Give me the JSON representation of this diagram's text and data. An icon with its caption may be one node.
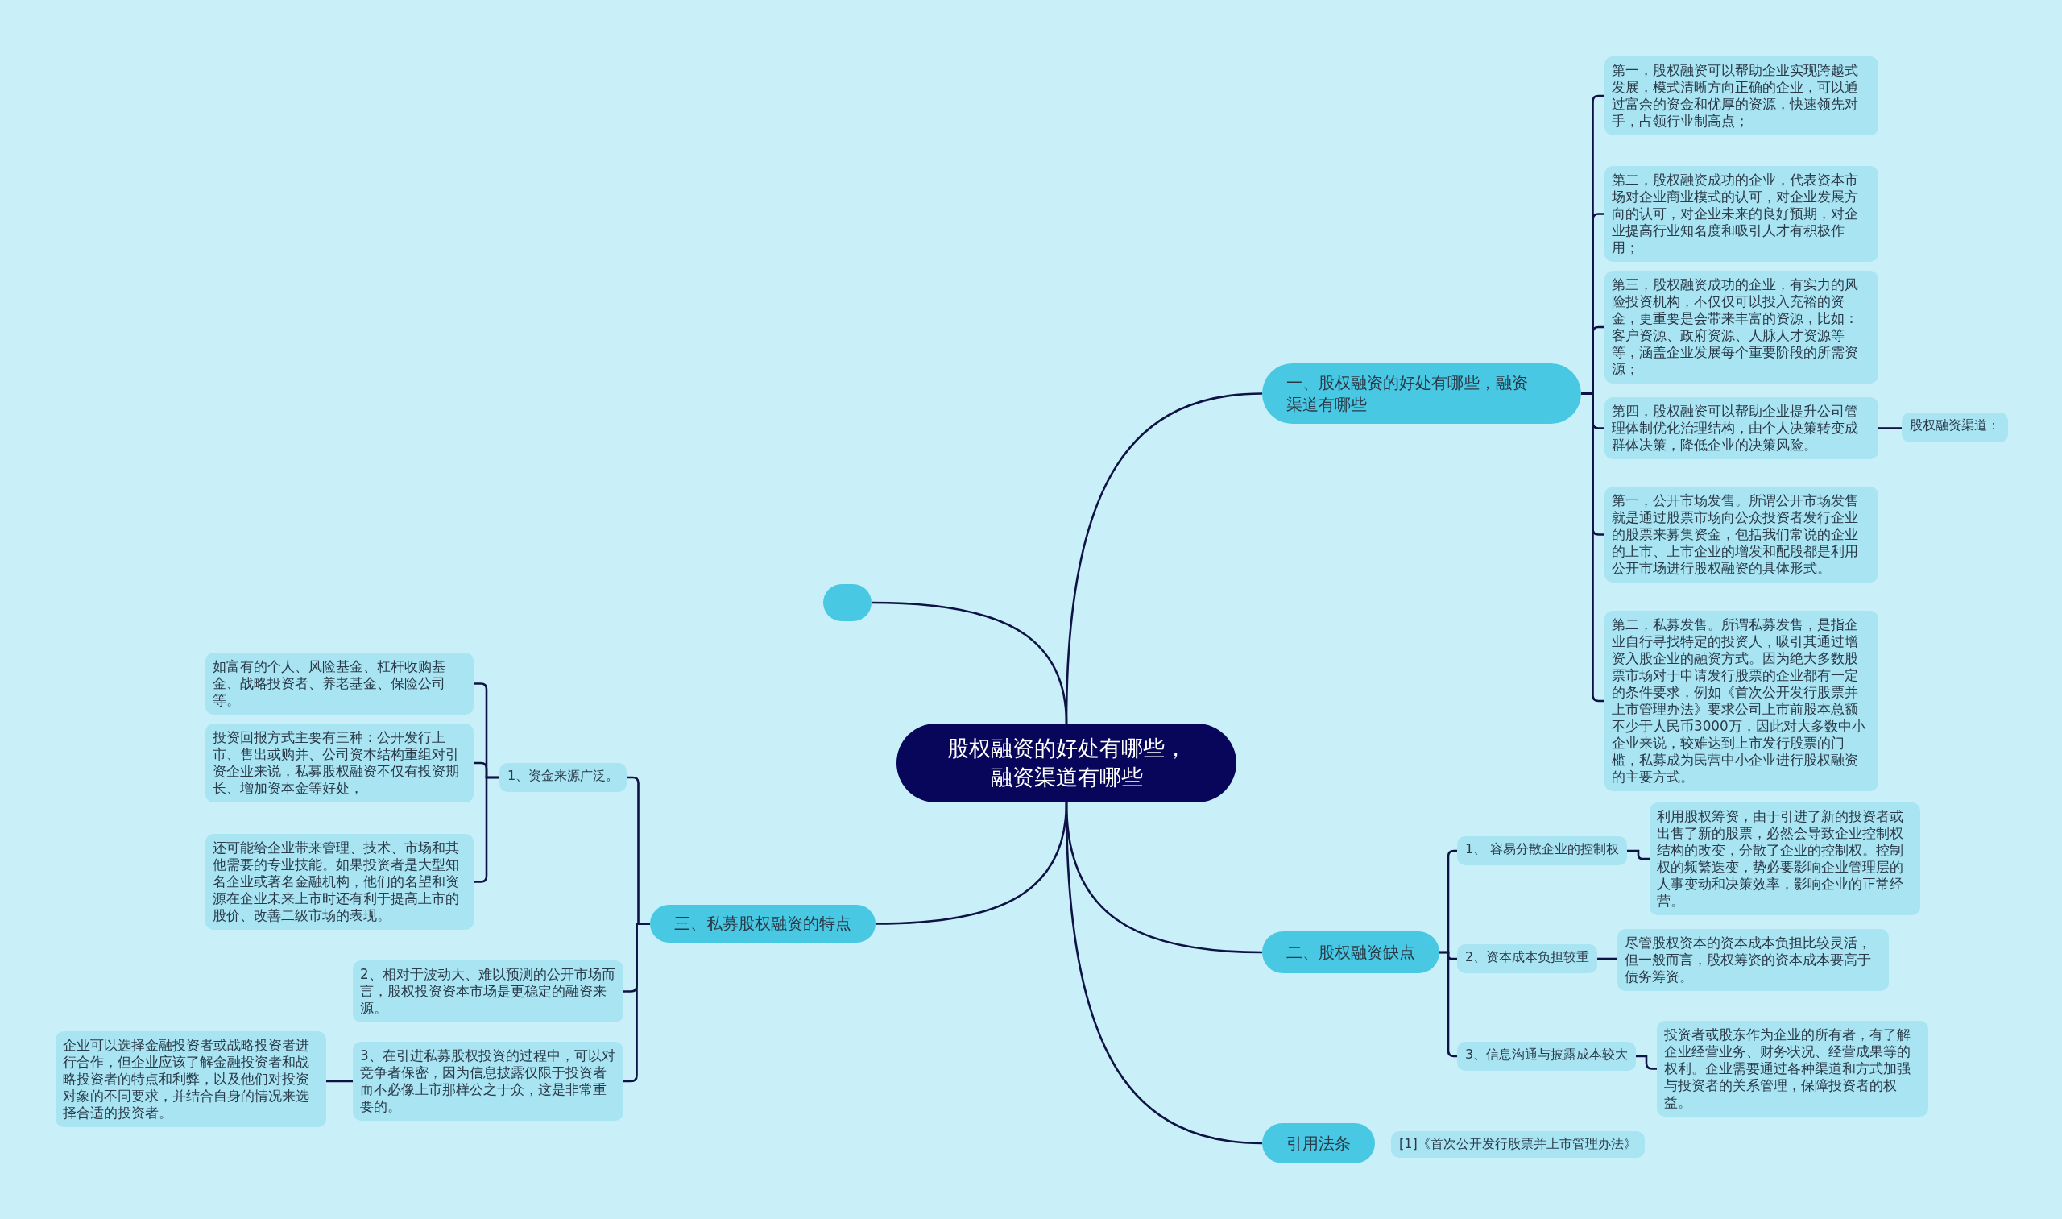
{
  "diagram": {
    "nodes": [
      {
        "text": [
          "股权融资的好处有哪些，融资渠道有哪些"
        ]
      },
      {
        "text": [],
        "shape": "box"
      },
      {
        "text": [
          "一、股权融资的好处有哪些，融资渠道有哪些"
        ]
      },
      {
        "text": [
          "第一，股权融资可以帮助企业实现跨越式发展，模式清晰方向正确的企业，可以通过富余的资金和优厚的资源，快速领先对手，占领行业制高点；"
        ]
      },
      {
        "text": [
          "第二，股权融资成功的企业，代表资本市场对企业商业模式的认可，对企业发展方向的认可，对企业未来的良好预期，对企业提高行业知名度和吸引人才有积极作用；"
        ]
      },
      {
        "text": [
          "第三，股权融资成功的企业，有实力的风险投资机构，不仅仅可以投入充裕的资金，更重要是会带来丰富的资源，比如：客户资源、政府资源、人脉人才资源等等，涵盖企业发展每个重要阶段的所需资源；"
        ]
      },
      {
        "text": [
          "第四，股权融资可以帮助企业提升公司管理体制优化治理结构，由个人决策转变成群体决策，降低企业的决策风险。"
        ]
      },
      {
        "text": [
          "股权融资渠道："
        ]
      },
      {
        "text": [
          "第一，公开市场发售。所谓公开市场发售就是通过股票市场向公众投资者发行企业的股票来募集资金，包括我们常说的企业的上市、上市企业的增发和配股都是利用公开市场进行股权融资的具体形式。"
        ]
      },
      {
        "text": [
          "第二，私募发售。所谓私募发售，是指企业自行寻找特定的投资人，吸引其通过增资入股企业的融资方式。因为绝大多数股票市场对于申请发行股票的企业都有一定的条件要求，例如《首次公开发行股票并上市管理办法》要求公司上市前股本总额不少于人民币3000万，因此对大多数中小企业来说，较难达到上市发行股票的门槛，私募成为民营中小企业进行股权融资的主要方式。"
        ]
      },
      {
        "text": [
          "二、股权融资缺点"
        ]
      },
      {
        "text": [
          "1、 容易分散企业的控制权"
        ]
      },
      {
        "text": [
          "利用股权筹资，由于引进了新的投资者或出售了新的股票，必然会导致企业控制权结构的改变，分散了企业的控制权。控制权的频繁迭变，势必要影响企业管理层的人事变动和决策效率，影响企业的正常经营。"
        ]
      },
      {
        "text": [
          "2、资本成本负担较重"
        ]
      },
      {
        "text": [
          "尽管股权资本的资本成本负担比较灵活，但一般而言，股权筹资的资本成本要高于债务筹资。"
        ]
      },
      {
        "text": [
          "3、信息沟通与披露成本较大"
        ]
      },
      {
        "text": [
          "投资者或股东作为企业的所有者，有了解企业经营业务、财务状况、经营成果等的权利。企业需要通过各种渠道和方式加强与投资者的关系管理，保障投资者的权益。"
        ]
      },
      {
        "text": [
          "三、私募股权融资的特点"
        ]
      },
      {
        "text": [
          "1、资金来源广泛。"
        ]
      },
      {
        "text": [
          "如富有的个人、风险基金、杠杆收购基金、战略投资者、养老基金、保险公司等。"
        ]
      },
      {
        "text": [
          "投资回报方式主要有三种：公开发行上市、售出或购并、公司资本结构重组对引资企业来说，私募股权融资不仅有投资期长、增加资本金等好处，"
        ]
      },
      {
        "text": [
          "还可能给企业带来管理、技术、市场和其他需要的专业技能。如果投资者是大型知名企业或著名金融机构，他们的名望和资源在企业未来上市时还有利于提高上市的股价、改善二级市场的表现。"
        ]
      },
      {
        "text": [
          "2、相对于波动大、难以预测的公开市场而言，股权投资资本市场是更稳定的融资来源。"
        ]
      },
      {
        "text": [
          "3、在引进私募股权投资的过程中，可以对竞争者保密，因为信息披露仅限于投资者而不必像上市那样公之于众，这是非常重要的。"
        ]
      },
      {
        "text": [
          "企业可以选择金融投资者或战略投资者进行合作，但企业应该了解金融投资者和战略投资者的特点和利弊，以及他们对投资对象的不同要求，并结合自身的情况来选择合适的投资者。"
        ]
      },
      {
        "text": [
          "引用法条"
        ]
      },
      {
        "text": [
          "[1]《首次公开发行股票并上市管理办法》"
        ]
      }
    ],
    "edges": [
      {
        "from": 0,
        "to": 1,
        "arrow": "none"
      },
      {
        "from": 0,
        "to": 2,
        "arrow": "none"
      },
      {
        "from": 0,
        "to": 10,
        "arrow": "none"
      },
      {
        "from": 0,
        "to": 17,
        "arrow": "none"
      },
      {
        "from": 0,
        "to": 25,
        "arrow": "none"
      },
      {
        "from": 2,
        "to": 3,
        "arrow": "none"
      },
      {
        "from": 2,
        "to": 4,
        "arrow": "none"
      },
      {
        "from": 2,
        "to": 5,
        "arrow": "none"
      },
      {
        "from": 2,
        "to": 6,
        "arrow": "none"
      },
      {
        "from": 2,
        "to": 8,
        "arrow": "none"
      },
      {
        "from": 2,
        "to": 9,
        "arrow": "none"
      },
      {
        "from": 6,
        "to": 7,
        "arrow": "none"
      },
      {
        "from": 10,
        "to": 11,
        "arrow": "none"
      },
      {
        "from": 10,
        "to": 13,
        "arrow": "none"
      },
      {
        "from": 10,
        "to": 15,
        "arrow": "none"
      },
      {
        "from": 11,
        "to": 12,
        "arrow": "none"
      },
      {
        "from": 13,
        "to": 14,
        "arrow": "none"
      },
      {
        "from": 15,
        "to": 16,
        "arrow": "none"
      },
      {
        "from": 17,
        "to": 18,
        "arrow": "none"
      },
      {
        "from": 17,
        "to": 22,
        "arrow": "none"
      },
      {
        "from": 17,
        "to": 23,
        "arrow": "none"
      },
      {
        "from": 18,
        "to": 19,
        "arrow": "none"
      },
      {
        "from": 18,
        "to": 20,
        "arrow": "none"
      },
      {
        "from": 18,
        "to": 21,
        "arrow": "none"
      },
      {
        "from": 23,
        "to": 24,
        "arrow": "none"
      }
    ]
  }
}
